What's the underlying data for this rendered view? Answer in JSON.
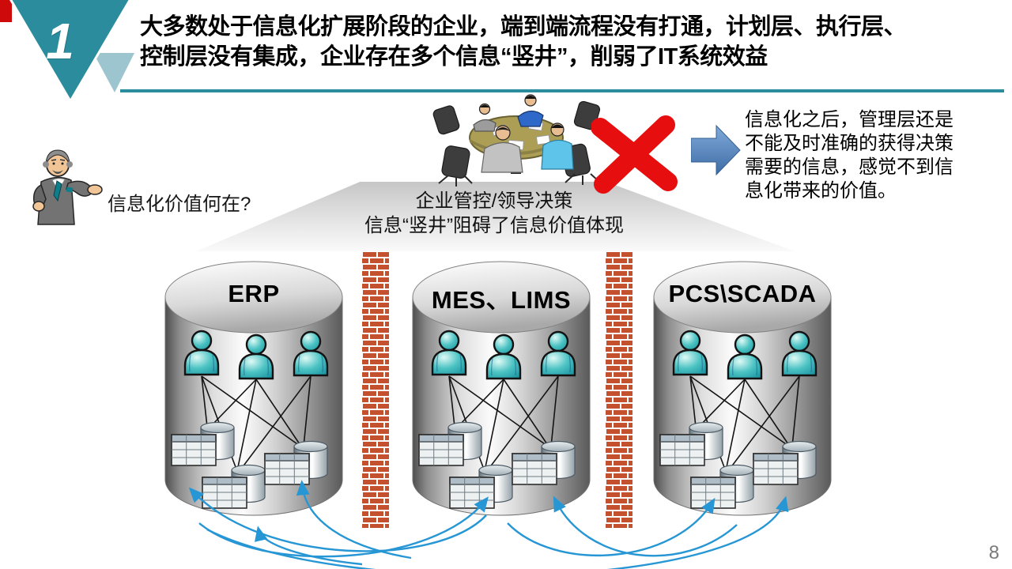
{
  "page": {
    "number": "8"
  },
  "header": {
    "index_number": "1",
    "title_lines": [
      "大多数处于信息化扩展阶段的企业，端到端流程没有打通，计划层、执行层、",
      "控制层没有集成，企业存在多个信息“竖井”，削弱了IT系统效益"
    ],
    "accent_color": "#2B8C9E",
    "corner_color": "#CF0A0A"
  },
  "left_figure": {
    "question": "信息化价值何在?"
  },
  "decision_scene": {
    "caption_line1": "企业管控/领导决策",
    "caption_line2": "信息“竖井”阻碍了信息价值体现"
  },
  "right_note": {
    "lines": [
      "信息化之后，管理层还是",
      "不能及时准确的获得决策",
      "需要的信息，感觉不到信",
      "息化带来的价值。"
    ]
  },
  "silos": [
    {
      "label": "ERP"
    },
    {
      "label": "MES、LIMS"
    },
    {
      "label": "PCS\\SCADA"
    }
  ],
  "colors": {
    "person_teal": "#35B3B3",
    "brick_red": "#C4512E",
    "cross_red": "#E60E0E",
    "block_arrow_blue": "#4E81BD",
    "flow_arrow_blue": "#2796D4"
  }
}
